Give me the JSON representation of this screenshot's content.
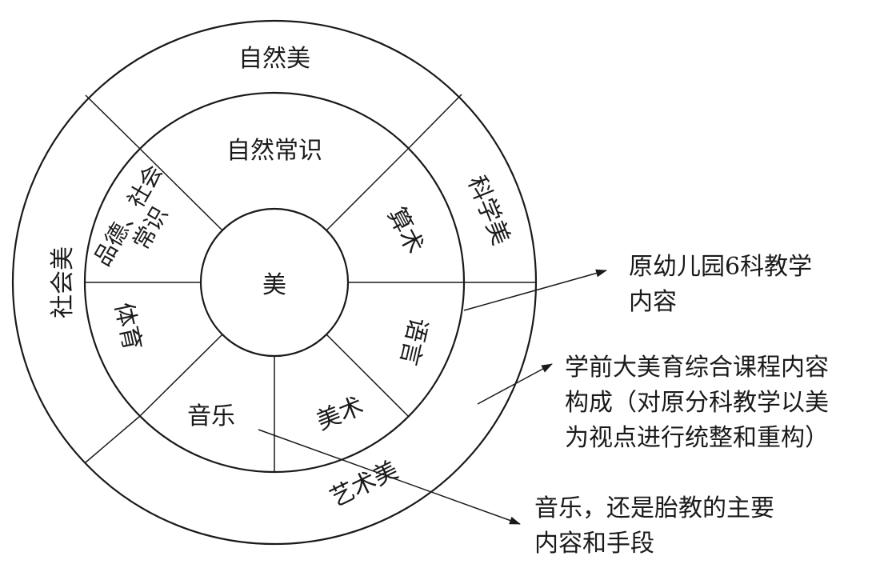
{
  "center": "美",
  "outer_ring": {
    "natural": "自然美",
    "social": "社会美",
    "science": "科学美",
    "art": "艺术美"
  },
  "inner_ring": {
    "nature_knowledge": "自然常识",
    "moral_line1": "品德、社会",
    "moral_line2": "常识",
    "math": "算术",
    "language": "语言",
    "arts": "美术",
    "music": "音乐",
    "pe": "体育"
  },
  "notes": {
    "six_subjects": {
      "line1": "原幼儿园6科教学",
      "line2": "内容"
    },
    "integrated": {
      "line1": "学前大美育综合课程内容",
      "line2": "构成（对原分科教学以美",
      "line3": "为视点进行统整和重构）"
    },
    "music_note": {
      "line1": "音乐，还是胎教的主要",
      "line2": "内容和手段"
    }
  }
}
